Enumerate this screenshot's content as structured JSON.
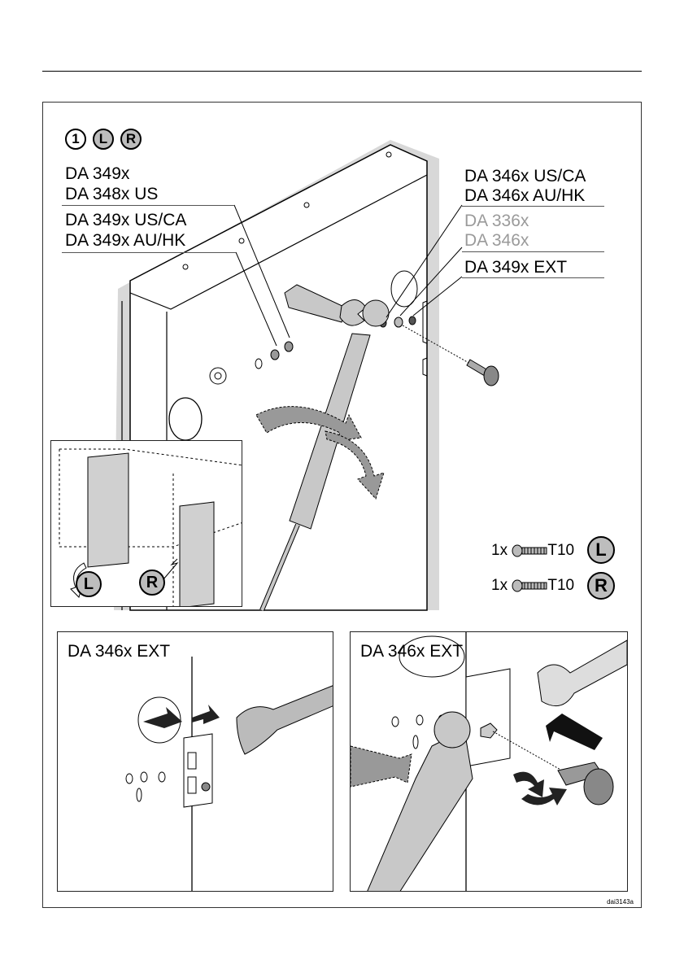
{
  "step": {
    "number": "1",
    "badges": [
      "L",
      "R"
    ]
  },
  "labels_left": [
    "DA 349x",
    "DA 348x US",
    "DA 349x US/CA",
    "DA 349x AU/HK"
  ],
  "labels_right_black": [
    "DA 346x US/CA",
    "DA 346x AU/HK"
  ],
  "labels_right_gray": [
    "DA 336x",
    "DA 346x"
  ],
  "label_right_ext": "DA 349x EXT",
  "screws": [
    {
      "qty": "1x",
      "type": "T10",
      "side": "L"
    },
    {
      "qty": "1x",
      "type": "T10",
      "side": "R"
    }
  ],
  "inset_badges": [
    "L",
    "R"
  ],
  "panel_left_title": "DA 346x EXT",
  "panel_right_title": "DA 346x EXT",
  "drawing_code": "dai3143a",
  "colors": {
    "gray_text": "#9a9a9a",
    "shading": "#c8c8c8",
    "line": "#000000"
  }
}
